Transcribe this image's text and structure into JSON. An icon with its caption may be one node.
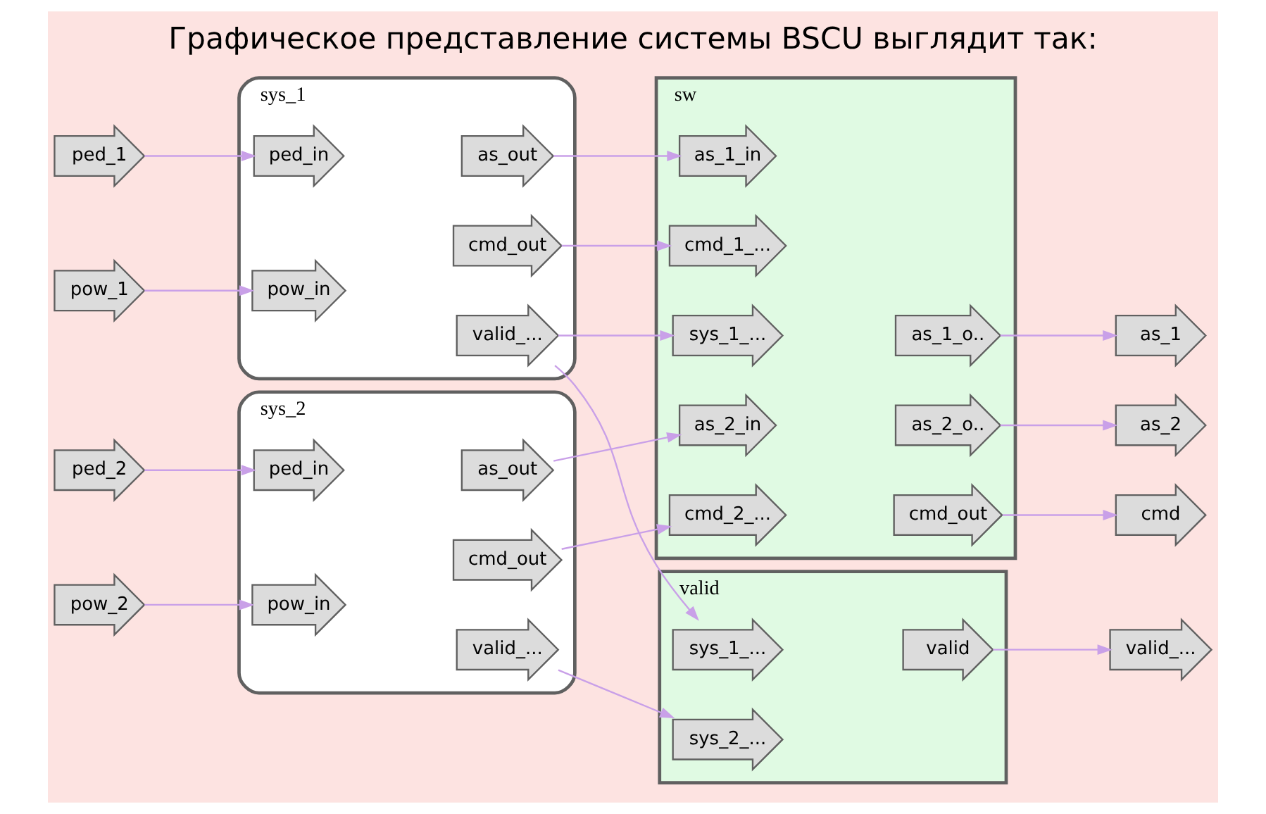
{
  "diagram": {
    "title": "Графическое представление системы BSCU выглядит так:",
    "nodes": [
      {
        "text": [
          "ped_1"
        ]
      },
      {
        "text": [
          "ped_2"
        ]
      },
      {
        "text": [
          "pow_1"
        ]
      },
      {
        "text": [
          "pow_2"
        ]
      },
      {
        "text": [
          "sys_1"
        ]
      },
      {
        "text": [
          "ped_in"
        ],
        "in": 4
      },
      {
        "text": [
          "pow_in"
        ],
        "in": 4
      },
      {
        "text": [
          "as_out"
        ],
        "in": 4
      },
      {
        "text": [
          "cmd_out"
        ],
        "in": 4
      },
      {
        "text": [
          "valid_..."
        ],
        "in": 4
      },
      {
        "text": [
          "sys_2"
        ]
      },
      {
        "text": [
          "ped_in"
        ],
        "in": 10
      },
      {
        "text": [
          "pow_in"
        ],
        "in": 10
      },
      {
        "text": [
          "as_out"
        ],
        "in": 10
      },
      {
        "text": [
          "cmd_out"
        ],
        "in": 10
      },
      {
        "text": [
          "valid_..."
        ],
        "in": 10
      },
      {
        "text": [
          "sw"
        ]
      },
      {
        "text": [
          "cmd_2_..."
        ],
        "in": 16
      },
      {
        "text": [
          "cmd_1_..."
        ],
        "in": 16
      },
      {
        "text": [
          "sys_1_..."
        ],
        "in": 16
      },
      {
        "text": [
          "as_2_in"
        ],
        "in": 16
      },
      {
        "text": [
          "as_1_in"
        ],
        "in": 16
      },
      {
        "text": [
          "as_1_o.."
        ],
        "in": 16
      },
      {
        "text": [
          "as_2_o.."
        ],
        "in": 16
      },
      {
        "text": [
          "cmd_out"
        ],
        "in": 16
      },
      {
        "text": [
          "valid"
        ]
      },
      {
        "text": [
          "sys_1_..."
        ],
        "in": 25
      },
      {
        "text": [
          "sys_2_..."
        ],
        "in": 25
      },
      {
        "text": [
          "valid"
        ],
        "in": 25
      },
      {
        "text": [
          "as_1"
        ]
      },
      {
        "text": [
          "as_2"
        ]
      },
      {
        "text": [
          "cmd"
        ]
      },
      {
        "text": [
          "valid_..."
        ]
      }
    ],
    "edges": [
      {
        "from": 0,
        "to": 5,
        "arrow": "to"
      },
      {
        "from": 1,
        "to": 11,
        "arrow": "to"
      },
      {
        "from": 2,
        "to": 6,
        "arrow": "to"
      },
      {
        "from": 3,
        "to": 12,
        "arrow": "to"
      },
      {
        "from": 7,
        "to": 21,
        "arrow": "to"
      },
      {
        "from": 8,
        "to": 18,
        "arrow": "to"
      },
      {
        "from": 9,
        "to": 19,
        "arrow": "to"
      },
      {
        "from": 9,
        "to": 26,
        "arrow": "to"
      },
      {
        "from": 13,
        "to": 20,
        "arrow": "to"
      },
      {
        "from": 14,
        "to": 17,
        "arrow": "to"
      },
      {
        "from": 15,
        "to": 27,
        "arrow": "to"
      },
      {
        "from": 22,
        "to": 29,
        "arrow": "to"
      },
      {
        "from": 23,
        "to": 30,
        "arrow": "to"
      },
      {
        "from": 24,
        "to": 31,
        "arrow": "to"
      },
      {
        "from": 28,
        "to": 32,
        "arrow": "to"
      }
    ]
  }
}
